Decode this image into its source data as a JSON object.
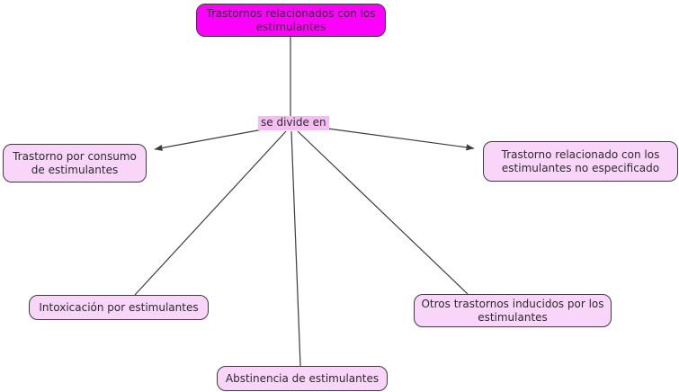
{
  "diagram": {
    "type": "concept-map",
    "root": {
      "label": "Trastornos relacionados con los estimulantes"
    },
    "link_label": {
      "label": "se divide en"
    },
    "nodes": [
      {
        "id": "consumo",
        "label": "Trastorno por consumo de estimulantes",
        "arrowhead": true
      },
      {
        "id": "no-especificado",
        "label": "Trastorno relacionado con los estimulantes no especificado",
        "arrowhead": true
      },
      {
        "id": "intoxicacion",
        "label": "Intoxicación por estimulantes",
        "arrowhead": false
      },
      {
        "id": "abstinencia",
        "label": "Abstinencia de estimulantes",
        "arrowhead": false
      },
      {
        "id": "otros",
        "label": "Otros trastornos inducidos por los estimulantes",
        "arrowhead": false
      }
    ],
    "colors": {
      "root_fill": "#ff00ff",
      "node_fill": "#f9d5f9",
      "label_fill": "#f5bdf1",
      "border": "#3c3c3c",
      "line": "#3c3c3c",
      "text": "#2b2b2b",
      "background": "#ffffff"
    }
  }
}
